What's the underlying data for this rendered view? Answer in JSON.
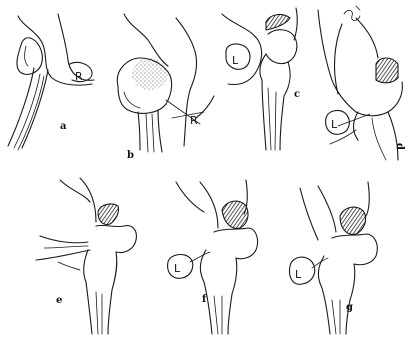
{
  "panels": [
    {
      "id": "a",
      "label": "a",
      "side": "R"
    },
    {
      "id": "b",
      "label": "b",
      "side": "R"
    },
    {
      "id": "c",
      "label": "c",
      "side": "L"
    },
    {
      "id": "d",
      "label": "d",
      "side": "L"
    },
    {
      "id": "e",
      "label": "e",
      "side": ""
    },
    {
      "id": "f",
      "label": "f",
      "side": "L"
    },
    {
      "id": "g",
      "label": "g",
      "side": "L"
    }
  ]
}
